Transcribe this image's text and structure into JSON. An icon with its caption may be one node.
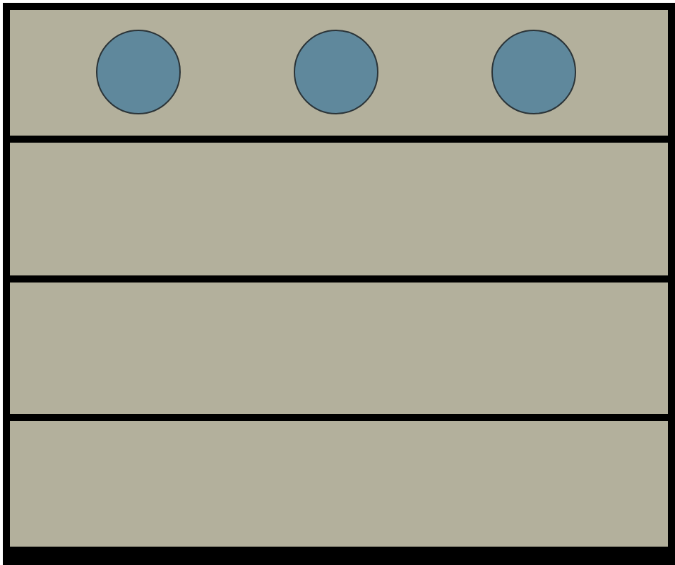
{
  "diagram": {
    "nodes": [
      {
        "text": [],
        "shape": "box"
      },
      {
        "text": [],
        "shape": "bar",
        "in": 0
      },
      {
        "text": [],
        "shape": "bar",
        "in": 0
      },
      {
        "text": [],
        "shape": "bar",
        "in": 0
      },
      {
        "text": [],
        "shape": "bar",
        "in": 0
      },
      {
        "text": [],
        "shape": "circle",
        "in": 1
      },
      {
        "text": [],
        "shape": "circle",
        "in": 1
      },
      {
        "text": [],
        "shape": "circle",
        "in": 1
      }
    ]
  }
}
